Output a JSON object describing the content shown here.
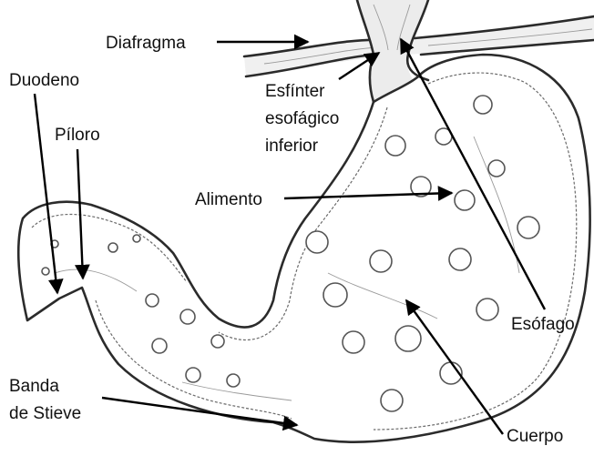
{
  "labels": {
    "diafragma": "Diafragma",
    "duodeno": "Duodeno",
    "esfinter_1": "Esfínter",
    "esfinter_2": "esofágico",
    "esfinter_3": "inferior",
    "piloro": "Píloro",
    "alimento": "Alimento",
    "esofago": "Esófago",
    "banda_1": "Banda",
    "banda_2": "de Stieve",
    "cuerpo": "Cuerpo"
  },
  "colors": {
    "background": "#ffffff",
    "stomach_fill": "#e9e9e9",
    "outline": "#2b2b2b",
    "arrow": "#000000",
    "text": "#111111"
  }
}
